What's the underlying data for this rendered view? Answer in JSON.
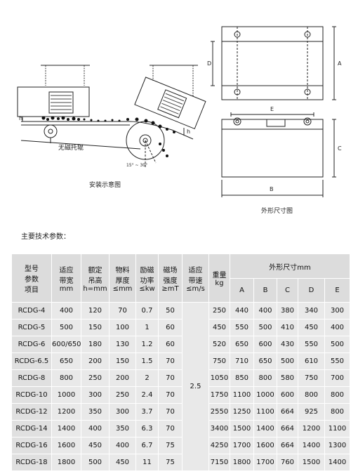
{
  "diagram": {
    "roller_label": "无磁托辊",
    "angle_label": "15° ~ 30°",
    "h_label": "h",
    "caption_install": "安装示意图",
    "caption_outline": "外形尺寸图",
    "dim_labels": {
      "A": "A",
      "B": "B",
      "C": "C",
      "D": "D",
      "E": "E"
    }
  },
  "section_title": "主要技术参数：",
  "table": {
    "headers": {
      "model": [
        "型号",
        "参数",
        "项目"
      ],
      "belt_width": [
        "适应",
        "带宽",
        "mm"
      ],
      "hang_height": [
        "额定",
        "吊高",
        "h=mm"
      ],
      "thickness": [
        "物料",
        "厚度",
        "≤mm"
      ],
      "power": [
        "励磁",
        "功率",
        "≤kw"
      ],
      "field": [
        "磁场",
        "强度",
        "≥mT"
      ],
      "belt_speed": [
        "适应",
        "带速",
        "≤m/s"
      ],
      "weight": [
        "重量",
        "kg"
      ],
      "outline": "外形尺寸mm",
      "dims": [
        "A",
        "B",
        "C",
        "D",
        "E"
      ]
    },
    "belt_speed_value": "2.5",
    "rows": [
      {
        "model": "RCDG-4",
        "belt": "400",
        "hang": "120",
        "thick": "70",
        "power": "0.7",
        "field": "50",
        "weight": "250",
        "A": "440",
        "B": "400",
        "C": "380",
        "D": "340",
        "E": "300"
      },
      {
        "model": "RCDG-5",
        "belt": "500",
        "hang": "150",
        "thick": "100",
        "power": "1",
        "field": "60",
        "weight": "450",
        "A": "550",
        "B": "500",
        "C": "410",
        "D": "450",
        "E": "400"
      },
      {
        "model": "RCDG-6",
        "belt": "600/650",
        "hang": "180",
        "thick": "130",
        "power": "1.2",
        "field": "60",
        "weight": "520",
        "A": "650",
        "B": "600",
        "C": "430",
        "D": "550",
        "E": "500"
      },
      {
        "model": "RCDG-6.5",
        "belt": "650",
        "hang": "200",
        "thick": "150",
        "power": "1.5",
        "field": "70",
        "weight": "750",
        "A": "710",
        "B": "650",
        "C": "500",
        "D": "610",
        "E": "550"
      },
      {
        "model": "RCDG-8",
        "belt": "800",
        "hang": "250",
        "thick": "200",
        "power": "2",
        "field": "70",
        "weight": "1050",
        "A": "850",
        "B": "800",
        "C": "580",
        "D": "750",
        "E": "700"
      },
      {
        "model": "RCDG-10",
        "belt": "1000",
        "hang": "300",
        "thick": "250",
        "power": "2.4",
        "field": "70",
        "weight": "1750",
        "A": "1100",
        "B": "1000",
        "C": "600",
        "D": "800",
        "E": "800"
      },
      {
        "model": "RCDG-12",
        "belt": "1200",
        "hang": "350",
        "thick": "300",
        "power": "3.7",
        "field": "70",
        "weight": "2550",
        "A": "1250",
        "B": "1100",
        "C": "664",
        "D": "925",
        "E": "800"
      },
      {
        "model": "RCDG-14",
        "belt": "1400",
        "hang": "400",
        "thick": "350",
        "power": "6.3",
        "field": "70",
        "weight": "3400",
        "A": "1500",
        "B": "1400",
        "C": "664",
        "D": "1200",
        "E": "1100"
      },
      {
        "model": "RCDG-16",
        "belt": "1600",
        "hang": "450",
        "thick": "400",
        "power": "6.7",
        "field": "75",
        "weight": "4250",
        "A": "1700",
        "B": "1600",
        "C": "664",
        "D": "1400",
        "E": "1300"
      },
      {
        "model": "RCDG-18",
        "belt": "1800",
        "hang": "500",
        "thick": "450",
        "power": "11",
        "field": "75",
        "weight": "7150",
        "A": "1800",
        "B": "1700",
        "C": "760",
        "D": "1500",
        "E": "1400"
      }
    ]
  }
}
